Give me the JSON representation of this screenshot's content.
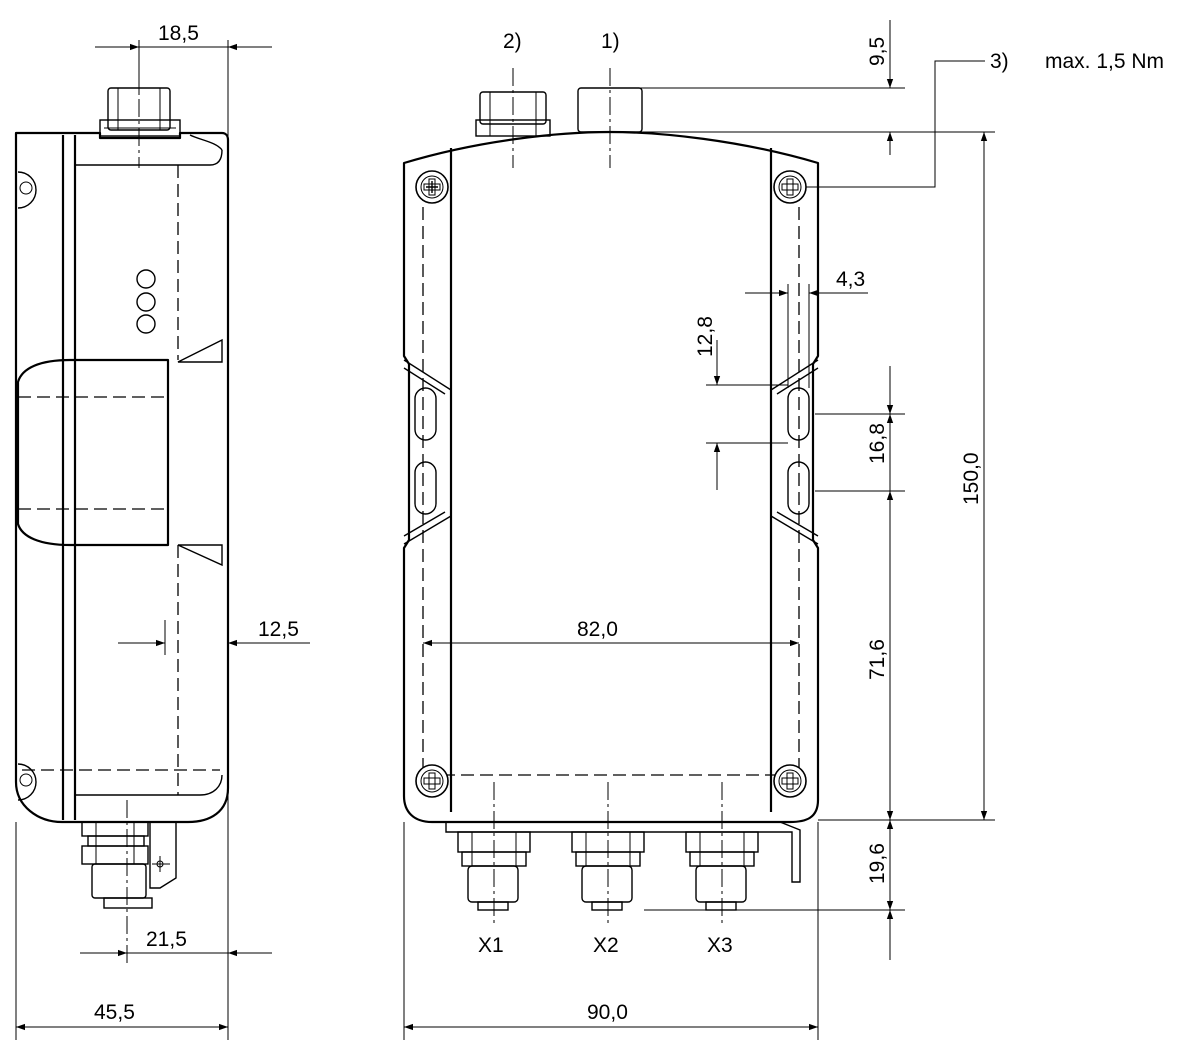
{
  "dimensions": {
    "d_18_5": "18,5",
    "d_12_5": "12,5",
    "d_21_5": "21,5",
    "d_45_5": "45,5",
    "d_90_0": "90,0",
    "d_82_0": "82,0",
    "d_4_3": "4,3",
    "d_12_8": "12,8",
    "d_16_8": "16,8",
    "d_71_6": "71,6",
    "d_150_0": "150,0",
    "d_19_6": "19,6",
    "d_9_5": "9,5"
  },
  "callouts": {
    "note_1": "1)",
    "note_2": "2)",
    "note_3": "3)",
    "torque": "max. 1,5 Nm"
  },
  "connectors": {
    "x1": "X1",
    "x2": "X2",
    "x3": "X3"
  }
}
